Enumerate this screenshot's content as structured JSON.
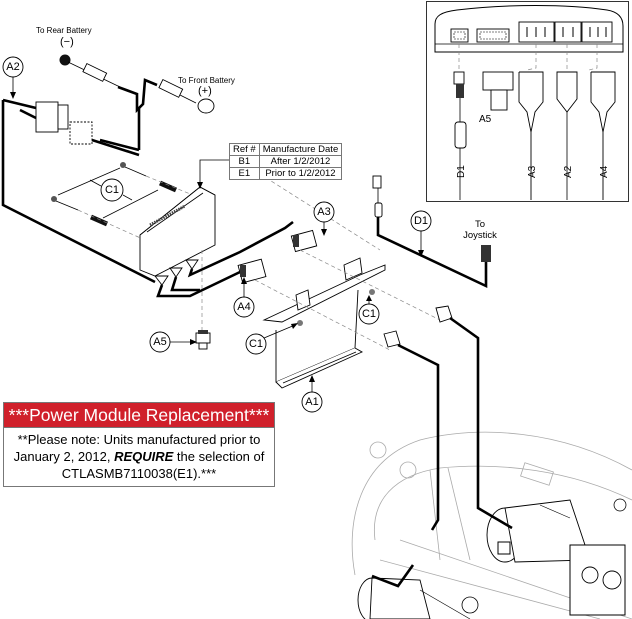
{
  "labels": {
    "rear_battery": "To Rear Battery",
    "rear_battery_polarity": "(−)",
    "front_battery": "To Front Battery",
    "front_battery_polarity": "(+)",
    "joystick_line1": "To",
    "joystick_line2": "Joystick"
  },
  "callouts": {
    "a1": "A1",
    "a2": "A2",
    "a3": "A3",
    "a4": "A4",
    "a5": "A5",
    "c1": "C1",
    "d1": "D1"
  },
  "ref_table": {
    "headers": [
      "Ref #",
      "Manufacture Date"
    ],
    "rows": [
      {
        "ref": "B1",
        "date": "After 1/2/2012"
      },
      {
        "ref": "E1",
        "date": "Prior to 1/2/2012"
      }
    ]
  },
  "inset": {
    "labels": [
      "D1",
      "A5",
      "A3",
      "A2",
      "A4"
    ]
  },
  "notice": {
    "title": "***Power Module Replacement***",
    "body_prefix": "**Please note: Units manufactured prior to January 2, 2012, ",
    "body_emphasis": "REQUIRE",
    "body_suffix": " the selection of CTLASMB7110038(E1).***",
    "title_bg_color": "#d0202b"
  }
}
